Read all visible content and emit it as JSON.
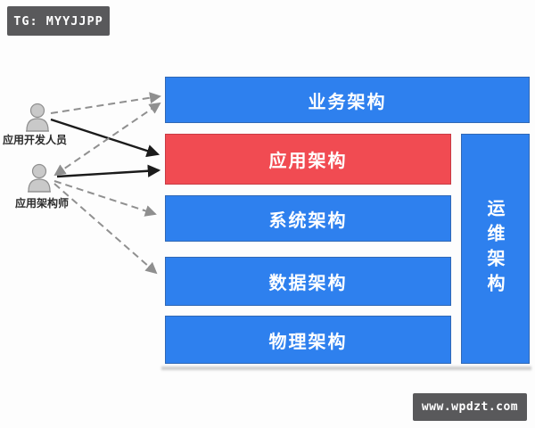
{
  "watermarks": {
    "tg_badge": "TG: MYYJJPP",
    "site_badge": "www.wpdzt.com",
    "badge_bg_color": "#59595b",
    "badge_text_color": "#ffffff"
  },
  "actors": [
    {
      "id": "developer",
      "label": "应用开发人员"
    },
    {
      "id": "architect",
      "label": "应用架构师"
    }
  ],
  "layers": [
    {
      "id": "business",
      "label": "业务架构",
      "color": "#2e80ee",
      "highlighted": false
    },
    {
      "id": "application",
      "label": "应用架构",
      "color": "#f14b52",
      "highlighted": true
    },
    {
      "id": "system",
      "label": "系统架构",
      "color": "#2e80ee",
      "highlighted": false
    },
    {
      "id": "data",
      "label": "数据架构",
      "color": "#2e80ee",
      "highlighted": false
    },
    {
      "id": "physical",
      "label": "物理架构",
      "color": "#2e80ee",
      "highlighted": false
    }
  ],
  "side_layer": {
    "id": "ops",
    "label": "运维架构",
    "color": "#2e80ee",
    "orientation": "vertical"
  },
  "relations": [
    {
      "from": "应用开发人员",
      "to": "业务架构",
      "style": "dashed",
      "direction": "one-way"
    },
    {
      "from": "应用开发人员",
      "to": "应用架构",
      "style": "solid",
      "direction": "one-way"
    },
    {
      "from": "应用架构师",
      "to": "业务架构",
      "style": "dashed",
      "direction": "two-way"
    },
    {
      "from": "应用架构师",
      "to": "应用架构",
      "style": "solid",
      "direction": "one-way"
    },
    {
      "from": "应用架构师",
      "to": "系统架构",
      "style": "dashed",
      "direction": "one-way"
    },
    {
      "from": "应用架构师",
      "to": "数据架构",
      "style": "dashed",
      "direction": "one-way"
    }
  ],
  "colors": {
    "layer_blue": "#2e80ee",
    "layer_red": "#f14b52",
    "solid_arrow": "#1b1b1b",
    "dashed_arrow": "#909090",
    "background": "#fdfdfd"
  }
}
